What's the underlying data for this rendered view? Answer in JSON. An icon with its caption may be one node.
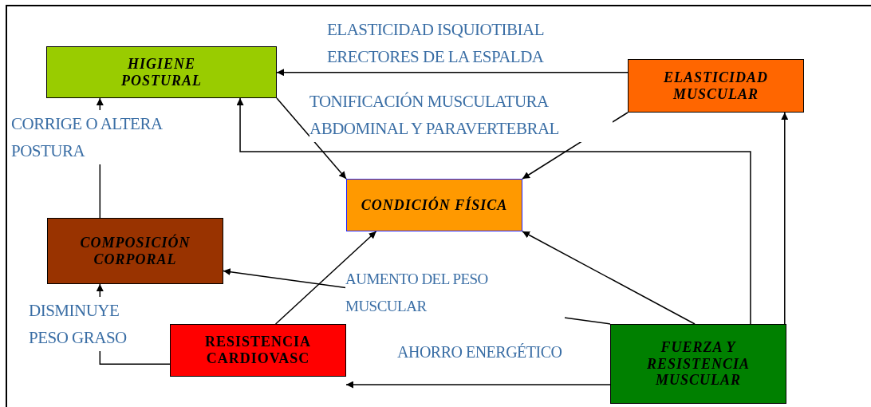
{
  "diagram": {
    "nodes": [
      {
        "text": [
          "HIGIENE POSTURAL"
        ]
      },
      {
        "text": [
          "ELASTICIDAD MUSCULAR"
        ]
      },
      {
        "text": [
          "CONDICIÓN FÍSICA"
        ]
      },
      {
        "text": [
          "COMPOSICIÓN CORPORAL"
        ]
      },
      {
        "text": [
          "RESISTENCIA CARDIOVASC"
        ]
      },
      {
        "text": [
          "FUERZA Y RESISTENCIA MUSCULAR"
        ]
      }
    ],
    "edges": [
      {
        "from": 1,
        "to": 0,
        "arrow": "to",
        "label": "ELASTICIDAD ISQUIOTIBIAL ERECTORES DE LA ESPALDA"
      },
      {
        "from": 0,
        "to": 2,
        "arrow": "to"
      },
      {
        "from": 1,
        "to": 2,
        "arrow": "to"
      },
      {
        "from": 5,
        "to": 0,
        "arrow": "to",
        "label": "TONIFICACIÓN MUSCULATURA ABDOMINAL Y PARAVERTEBRAL"
      },
      {
        "from": 5,
        "to": 1,
        "arrow": "to"
      },
      {
        "from": 3,
        "to": 0,
        "arrow": "to",
        "label": "CORRIGE O ALTERA POSTURA"
      },
      {
        "from": 4,
        "to": 3,
        "arrow": "to",
        "label": "DISMINUYE PESO GRASO"
      },
      {
        "from": 4,
        "to": 2,
        "arrow": "to"
      },
      {
        "from": 5,
        "to": 2,
        "arrow": "to"
      },
      {
        "from": 5,
        "to": 3,
        "arrow": "to",
        "label": "AUMENTO DEL PESO MUSCULAR"
      },
      {
        "from": 5,
        "to": 4,
        "arrow": "to",
        "label": "AHORRO ENERGÉTICO"
      }
    ]
  }
}
